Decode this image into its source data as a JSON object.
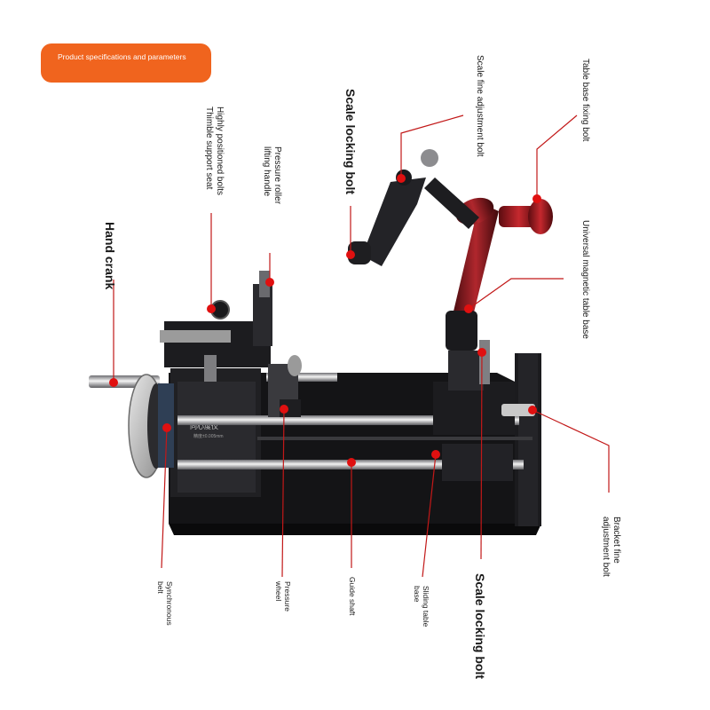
{
  "badge": {
    "text": "Product specifications and parameters"
  },
  "device": {
    "brand_text": "同心度仪",
    "spec_text": "精度±0.005mm"
  },
  "labels": {
    "scale_fine_adjustment_bolt": "Scale fine adjustment bolt",
    "table_base_fixing_bolt": "Table base fixing bolt",
    "scale_locking_bolt_top": "Scale locking bolt",
    "highly_positioned_bolts": "Highly positioned bolts Thimble support seat",
    "pressure_roller_lifting_handle": "Pressure roller lifting handle",
    "hand_crank": "Hand crank",
    "universal_magnetic_table_base": "Universal magnetic table base",
    "bracket_fine_adjustment_bolt": "Bracket fine adjustment bolt",
    "synchronous_belt": "Synchronous belt",
    "pressure_wheel": "Pressure wheel",
    "guide_shaft": "Guide shaft",
    "sliding_table_base": "Sliding table base",
    "scale_locking_bolt_bottom": "Scale locking bolt"
  },
  "colors": {
    "badge": "#f0641e",
    "leader": "#c21818",
    "marker": "#e01010",
    "base": "#141416",
    "arm": "#8a1a1e"
  }
}
